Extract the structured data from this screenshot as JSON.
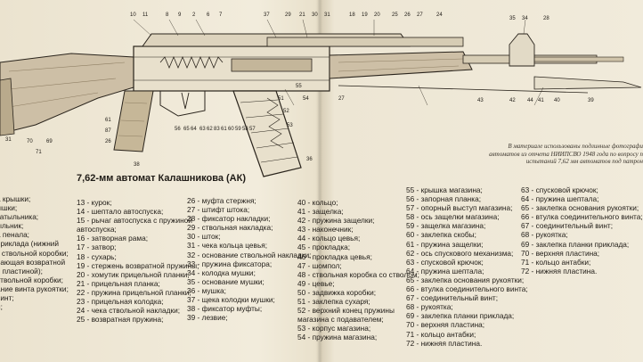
{
  "title": "7,62-мм автомат Калашникова (АК)",
  "caption": [
    "В материале использованы подлинные фотографи",
    "автоматов из отчета НИИПСВО 1948 года по вопросу п",
    "испытаний 7,62 мм автоматов под патрон"
  ],
  "callouts_top": [
    "10",
    "11",
    "8",
    "9",
    "2",
    "6",
    "7",
    "37",
    "29",
    "21",
    "30",
    "31",
    "18",
    "19",
    "20",
    "25",
    "26",
    "27",
    "24",
    "35",
    "34",
    "28"
  ],
  "callouts_bottom": [
    "31",
    "70",
    "71",
    "69",
    "26",
    "87",
    "61",
    "38",
    "56",
    "65",
    "64",
    "63",
    "62",
    "83",
    "61",
    "60",
    "59",
    "58",
    "57",
    "51",
    "52",
    "53",
    "36",
    "43",
    "44",
    "42",
    "41",
    "40",
    "39",
    "55",
    "54",
    "27"
  ],
  "columns": {
    "col0": [
      "а крышки;",
      "ышки;",
      "затыльника;",
      "ыльник;",
      "а пенала;",
      "приклада (нижний",
      "к ствольной коробки;",
      "вающая возвратной",
      "с пластиной);",
      "ствольной коробки;",
      "ание винта рукоятки;",
      "винт;",
      "и;"
    ],
    "col1": [
      "13 - курок;",
      "14 - шептало автоспуска;",
      "15 - рычаг автоспуска с пружиной",
      "автоспуска;",
      "16 - затворная рама;",
      "17 - затвор;",
      "18 - сухарь;",
      "19 - стержень возвратной пружины;",
      "20 - хомутик прицельной планки;",
      "21 - прицельная планка;",
      "22 - пружина прицельной планки;",
      "23 - прицельная колодка;",
      "24 - чека ствольной накладки;",
      "25 - возвратная пружина;"
    ],
    "col2": [
      "26 - муфта стержня;",
      "27 - штифт штока;",
      "28 - фиксатор накладки;",
      "29 - ствольная накладка;",
      "30 - шток;",
      "31 - чека кольца цевья;",
      "32 - основание ствольной накладки;",
      "33 - пружина фиксатора;",
      "34 - колодка мушки;",
      "35 - основание мушки;",
      "36 - мушка;",
      "37 - щека колодки мушки;",
      "38 - фиксатор муфты;",
      "39 - лезвие;"
    ],
    "col3": [
      "40 - кольцо;",
      "41 - защелка;",
      "42 - пружина защелки;",
      "43 - наконечник;",
      "44 - кольцо цевья;",
      "45 - прокладка;",
      "46 - прокладка цевья;",
      "47 - шомпол;",
      "48 - ствольная коробка со стволом;",
      "49 - цевье;",
      "50 - задвижка коробки;",
      "51 - заклепка сухаря;",
      "52 - верхний конец пружины",
      "магазина с подавателем;",
      "53 - корпус магазина;",
      "54 - пружина магазина;"
    ],
    "col4": [
      "55 - крышка магазина;",
      "56 - запорная планка;",
      "57 - опорный выступ магазина;",
      "58 - ось защелки магазина;",
      "59 - защелка магазина;",
      "60 - заклепка скобы;",
      "61 - пружина защелки;",
      "62 - ось спускового механизма;",
      "63 - спусковой крючок;",
      "64 - пружина шептала;",
      "65 - заклепка основания рукоятки;",
      "66 - втулка соединительного винта;",
      "67 - соединительный винт;",
      "68 - рукоятка;",
      "69 - заклепка планки приклада;",
      "70 - верхняя пластина;",
      "71 - кольцо антабки;",
      "72 - нижняя пластина."
    ],
    "col5": [
      "63 - спусковой крючок;",
      "64 - пружина шептала;",
      "65 - заклепка основания рукоятки;",
      "66 - втулка соединительного винта;",
      "67 - соединительный винт;",
      "68 - рукоятка;",
      "69 - заклепка планки приклада;",
      "70 - верхняя пластина;",
      "71 - кольцо антабки;",
      "72 - нижняя пластина."
    ]
  }
}
